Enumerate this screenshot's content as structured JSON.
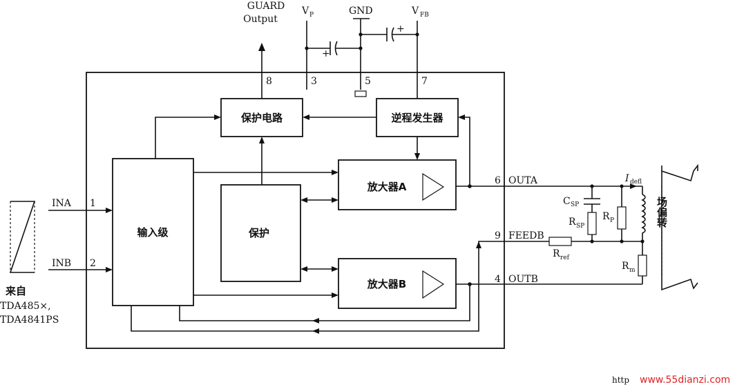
{
  "top_labels": {
    "guard_line1": "GUARD",
    "guard_line2": "Output",
    "vp": "V",
    "vp_sub": "P",
    "gnd": "GND",
    "vfb": "V",
    "vfb_sub": "FB"
  },
  "pins": {
    "p8": "8",
    "p3": "3",
    "p5": "5",
    "p7": "7",
    "p1": "1",
    "p2": "2",
    "p6": "6",
    "p9": "9",
    "p4": "4"
  },
  "blocks": {
    "protect_circuit": "保护电路",
    "flyback_gen": "逆程发生器",
    "input_stage": "输入级",
    "protect": "保护",
    "amp_a": "放大器A",
    "amp_b": "放大器B"
  },
  "signals": {
    "ina": "INA",
    "inb": "INB",
    "outa": "OUTA",
    "feedb": "FEEDB",
    "outb": "OUTB"
  },
  "components": {
    "csp": "C",
    "csp_sub": "SP",
    "rsp": "R",
    "rsp_sub": "SP",
    "rp": "R",
    "rp_sub": "P",
    "rref": "R",
    "rref_sub": "ref",
    "rm": "R",
    "rm_sub": "m",
    "idefl": "I",
    "idefl_sub": "defl",
    "yoke": "场偏转"
  },
  "source": {
    "line1": "来自",
    "line2": "TDA485×,",
    "line3": "TDA4841PS"
  },
  "watermark": "www.55dianzi.com",
  "watermark_prefix": "http"
}
